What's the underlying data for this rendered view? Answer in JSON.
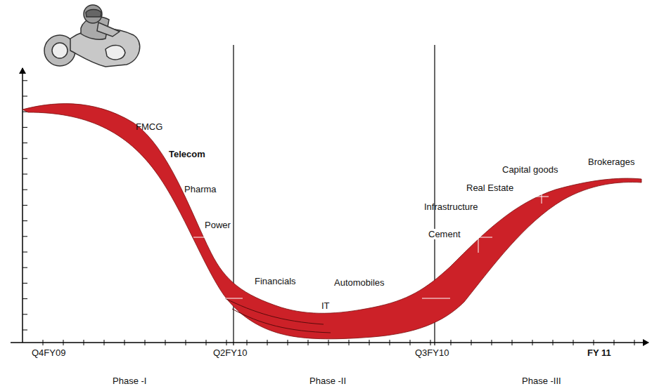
{
  "diagram": {
    "labels": [
      "FMCG",
      "Telecom",
      "Pharma",
      "Power",
      "Financials",
      "IT",
      "Automobiles",
      "Cement",
      "Infrastructure",
      "Real Estate",
      "Capital goods",
      "Brokerages",
      "Q4FY09",
      "Q2FY10",
      "Q3FY10",
      "FY 11",
      "Phase -I",
      "Phase -II",
      "Phase -III"
    ]
  }
}
